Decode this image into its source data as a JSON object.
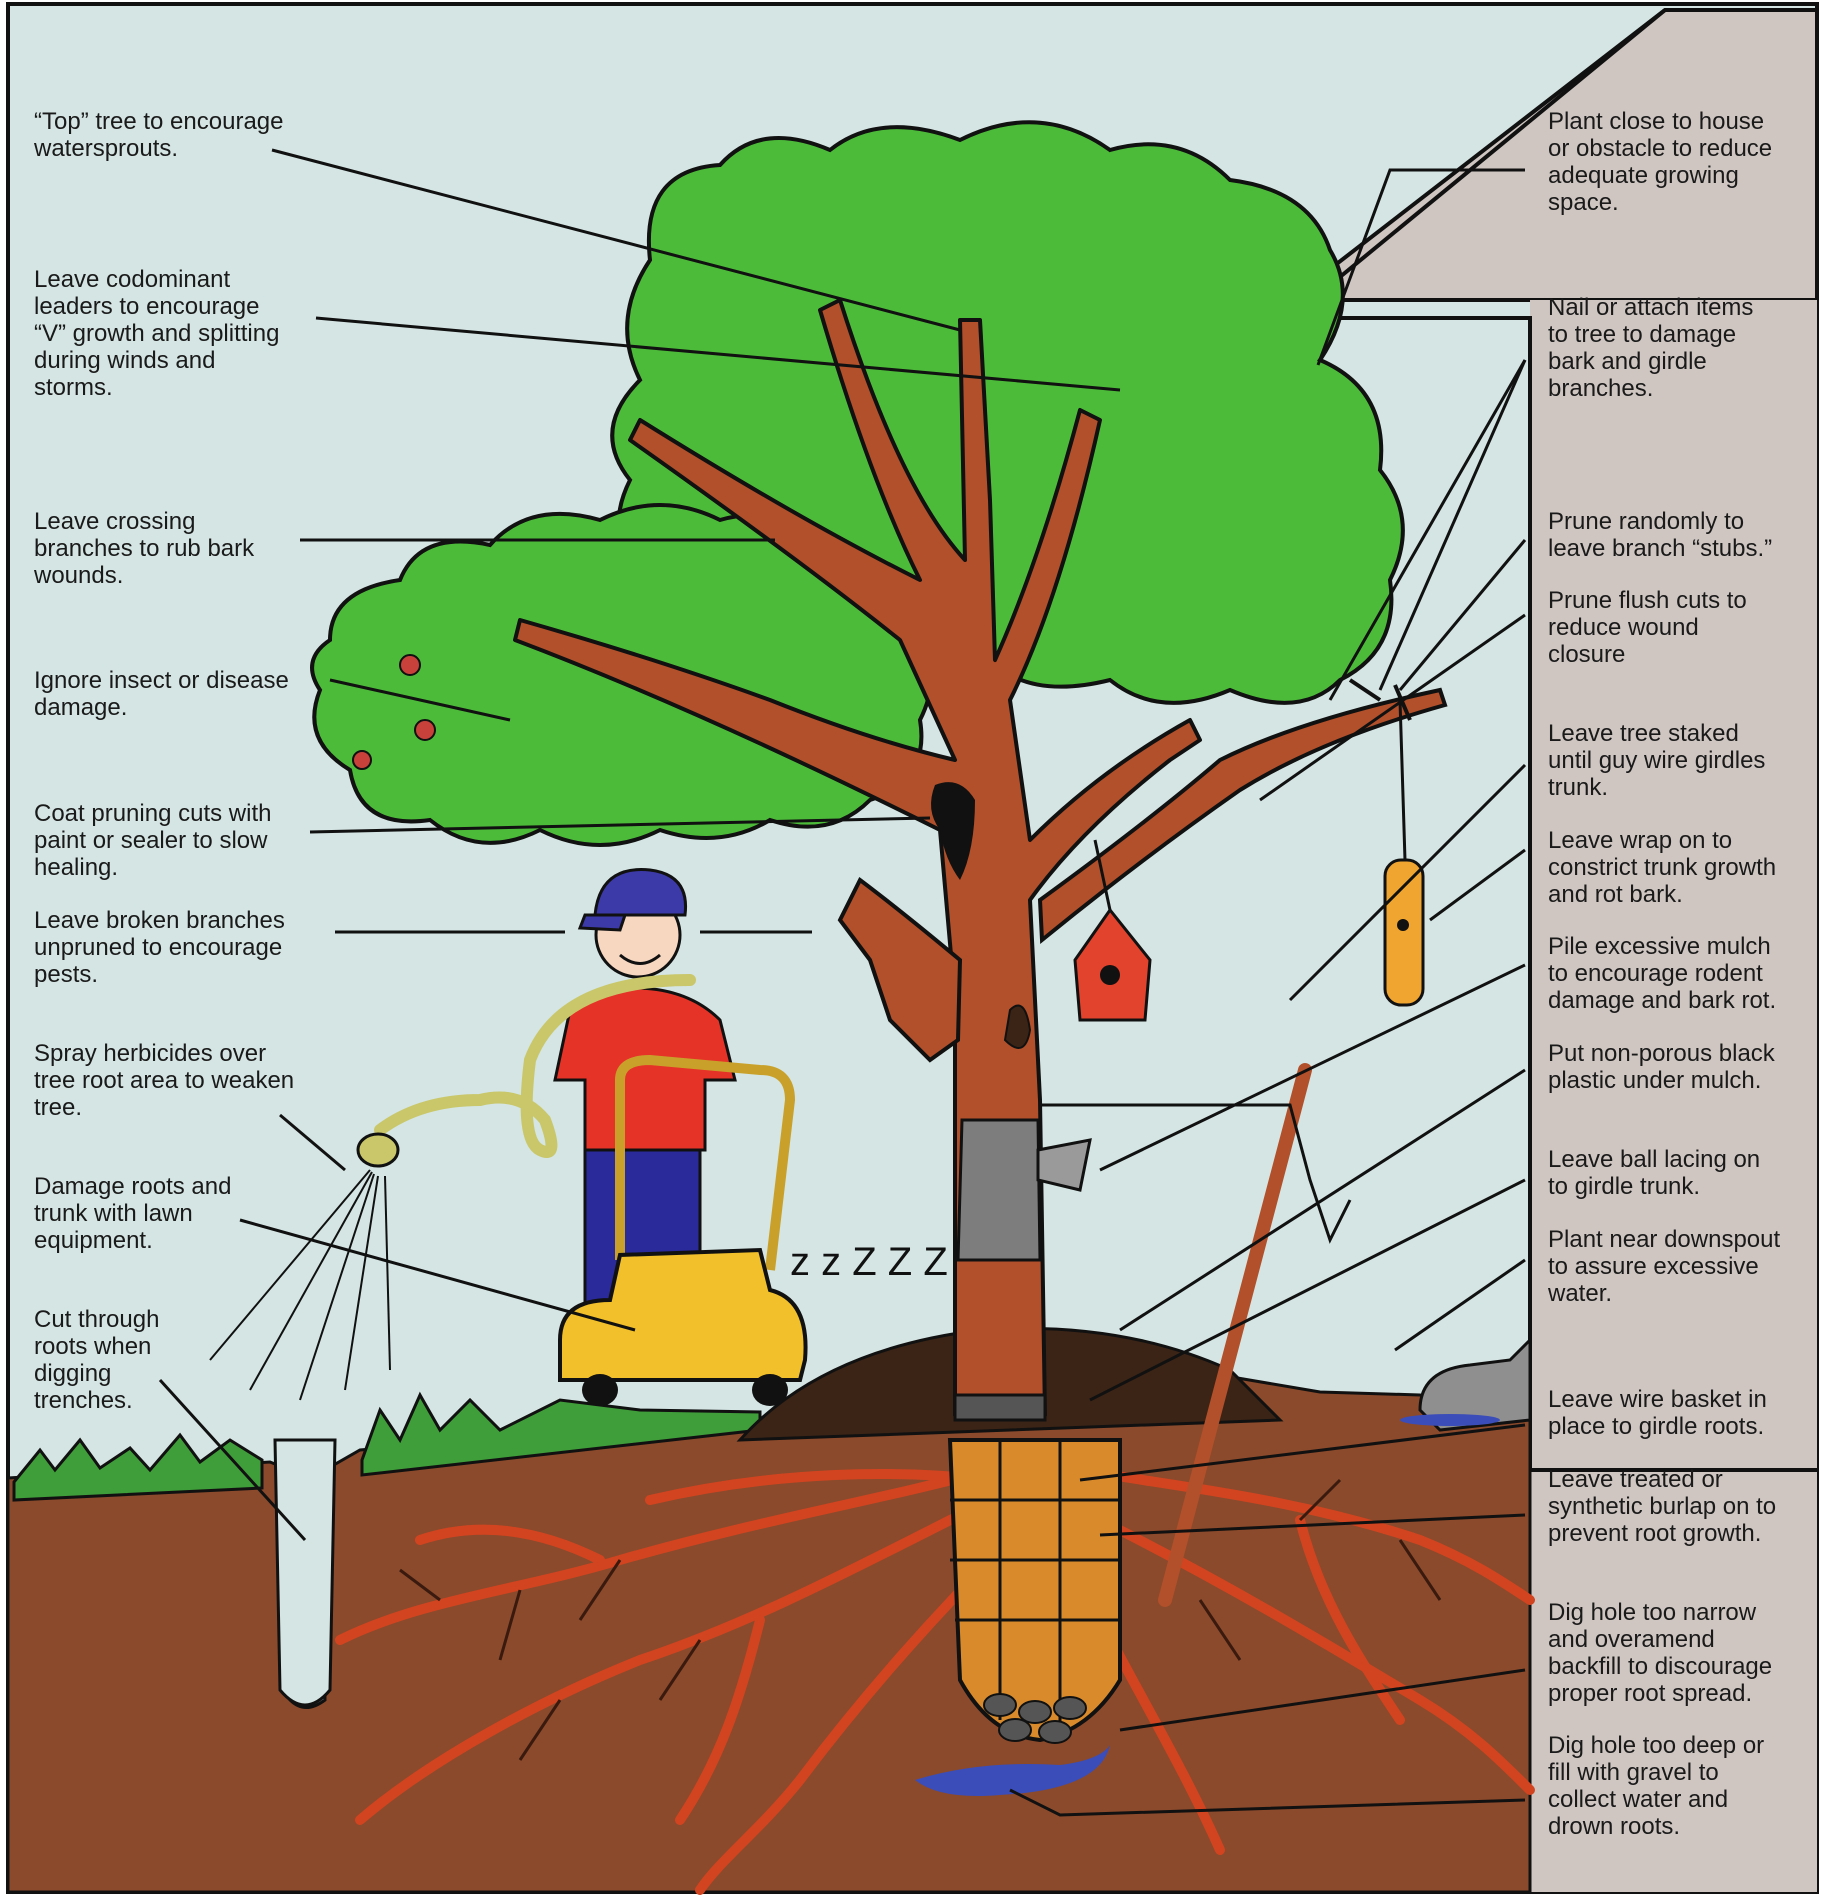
{
  "colors": {
    "sky": "#d4e5e3",
    "wall": "#cfc6c2",
    "soil": "#8b4a2b",
    "grass": "#3f9d3a",
    "foliage": "#4dbb3a",
    "trunk": "#b1502a",
    "roots": "#d24420",
    "mulch": "#3b2416",
    "burlap": "#d98b2c",
    "water": "#3b4db8",
    "shirt": "#e53327",
    "pants": "#2a2a9a",
    "cap": "#3c3aa8",
    "birdhouse": "#e2432d",
    "feeder": "#f0a531",
    "mower": "#f2c02a"
  },
  "labels": {
    "left": [
      "“Top” tree to encourage\nwatersprouts.",
      "Leave codominant\nleaders to encourage\n“V” growth and splitting\nduring winds and\nstorms.",
      "Leave crossing\nbranches to rub bark\nwounds.",
      "Ignore insect or disease\ndamage.",
      "Coat pruning cuts with\npaint or sealer to slow\nhealing.",
      "Leave broken branches\nunpruned to encourage\npests.",
      "Spray herbicides over\ntree root area to weaken\ntree.",
      "Damage roots and\ntrunk with lawn\nequipment.",
      "Cut through\nroots when\ndigging\ntrenches."
    ],
    "right": [
      "Plant close to house\nor obstacle to reduce\nadequate growing\nspace.",
      "Nail or attach items\nto tree to damage\nbark and girdle\nbranches.",
      "Prune randomly to\nleave branch “stubs.”",
      "Prune flush cuts to\nreduce wound\nclosure",
      "Leave tree staked\nuntil guy wire girdles\ntrunk.",
      "Leave wrap on to\nconstrict trunk growth\nand rot bark.",
      "Pile excessive mulch\nto encourage rodent\ndamage and bark rot.",
      "Put non-porous black\nplastic under mulch.",
      "Leave ball lacing on\nto girdle trunk.",
      "Plant near downspout\nto assure excessive\nwater.",
      "Leave wire basket in\nplace to girdle roots.",
      "Leave treated or\nsynthetic burlap on to\nprevent root growth.",
      "Dig hole too narrow\nand overamend\nbackfill to discourage\nproper root spread.",
      "Dig hole too deep or\nfill with gravel to\ncollect water and\ndrown roots."
    ]
  },
  "sound_effect": "z z Z Z Z"
}
